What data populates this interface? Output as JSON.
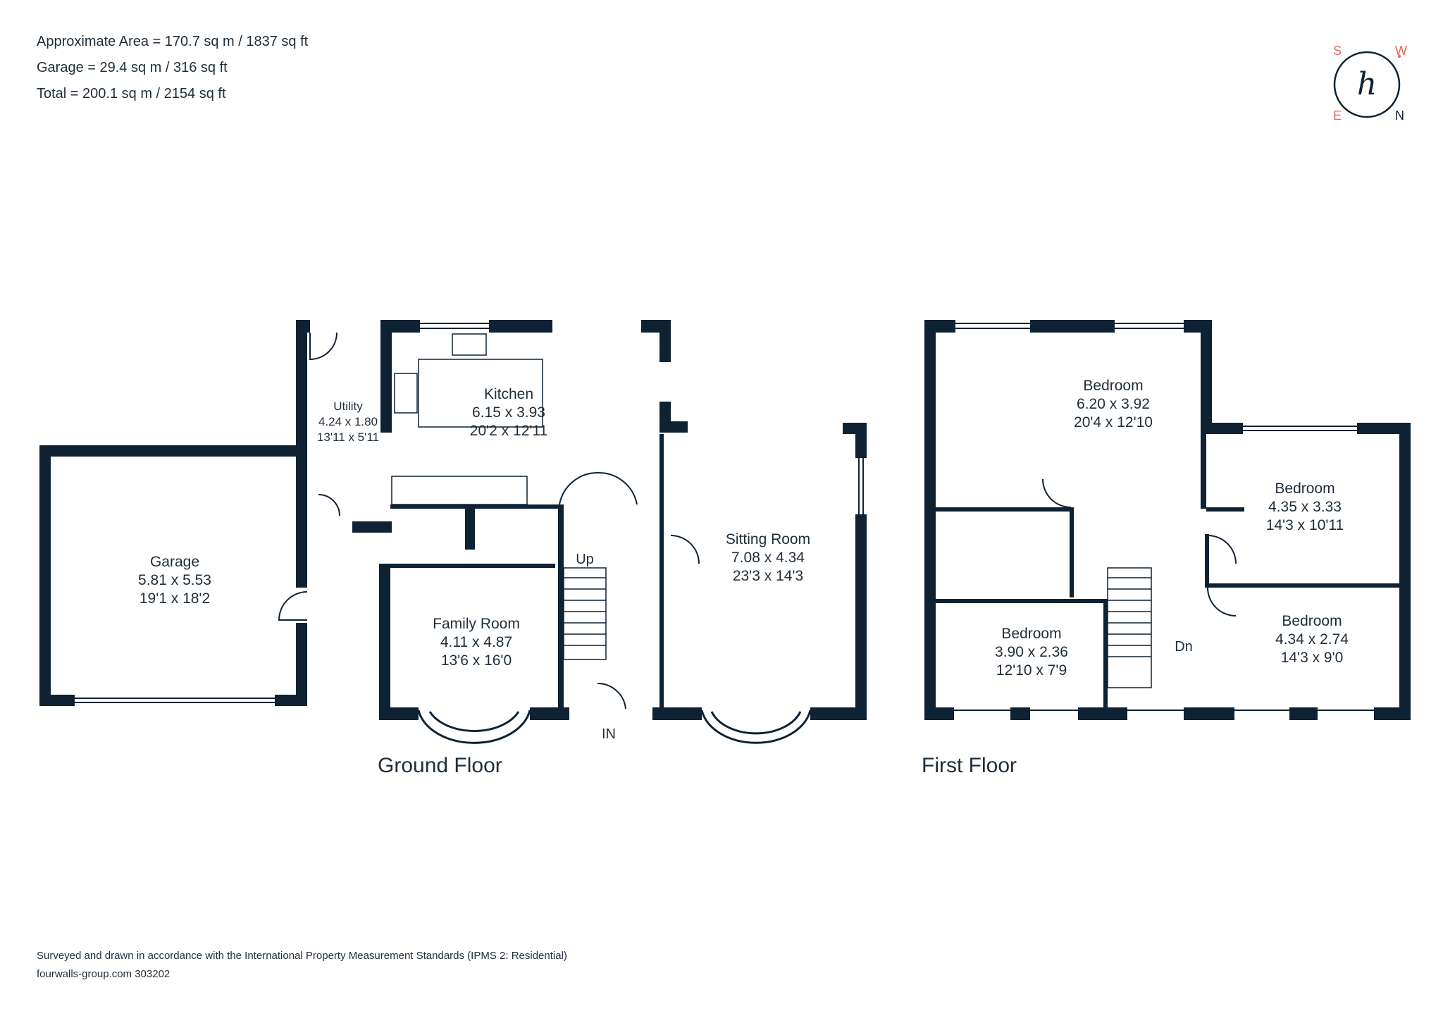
{
  "summary": {
    "approx_area": "Approximate Area = 170.7 sq m / 1837 sq ft",
    "garage": "Garage = 29.4 sq m / 316 sq ft",
    "total": "Total = 200.1 sq m / 2154 sq ft"
  },
  "compass": {
    "logo_letter": "h",
    "s": "S",
    "w": "W",
    "e": "E",
    "n": "N"
  },
  "ground_floor": {
    "label": "Ground Floor",
    "rooms": {
      "garage": {
        "name": "Garage",
        "metric": "5.81 x 5.53",
        "imperial": "19'1 x 18'2"
      },
      "utility": {
        "name": "Utility",
        "metric": "4.24 x 1.80",
        "imperial": "13'11 x 5'11"
      },
      "kitchen": {
        "name": "Kitchen",
        "metric": "6.15 x 3.93",
        "imperial": "20'2 x 12'11"
      },
      "family_room": {
        "name": "Family Room",
        "metric": "4.11 x 4.87",
        "imperial": "13'6 x 16'0"
      },
      "sitting_room": {
        "name": "Sitting Room",
        "metric": "7.08 x 4.34",
        "imperial": "23'3 x 14'3"
      }
    },
    "stairs_up": "Up",
    "entrance": "IN"
  },
  "first_floor": {
    "label": "First Floor",
    "rooms": {
      "bedroom1": {
        "name": "Bedroom",
        "metric": "6.20 x 3.92",
        "imperial": "20'4 x 12'10"
      },
      "bedroom2": {
        "name": "Bedroom",
        "metric": "4.35 x 3.33",
        "imperial": "14'3 x 10'11"
      },
      "bedroom3": {
        "name": "Bedroom",
        "metric": "3.90 x 2.36",
        "imperial": "12'10 x 7'9"
      },
      "bedroom4": {
        "name": "Bedroom",
        "metric": "4.34 x 2.74",
        "imperial": "14'3 x 9'0"
      }
    },
    "stairs_down": "Dn"
  },
  "footer": {
    "standards": "Surveyed and drawn in accordance with the International Property Measurement Standards (IPMS 2: Residential)",
    "reference": "fourwalls-group.com 303202"
  },
  "colors": {
    "wall": "#0e2233",
    "text": "#1f2d3a",
    "compass_accent": "#e8675a"
  }
}
